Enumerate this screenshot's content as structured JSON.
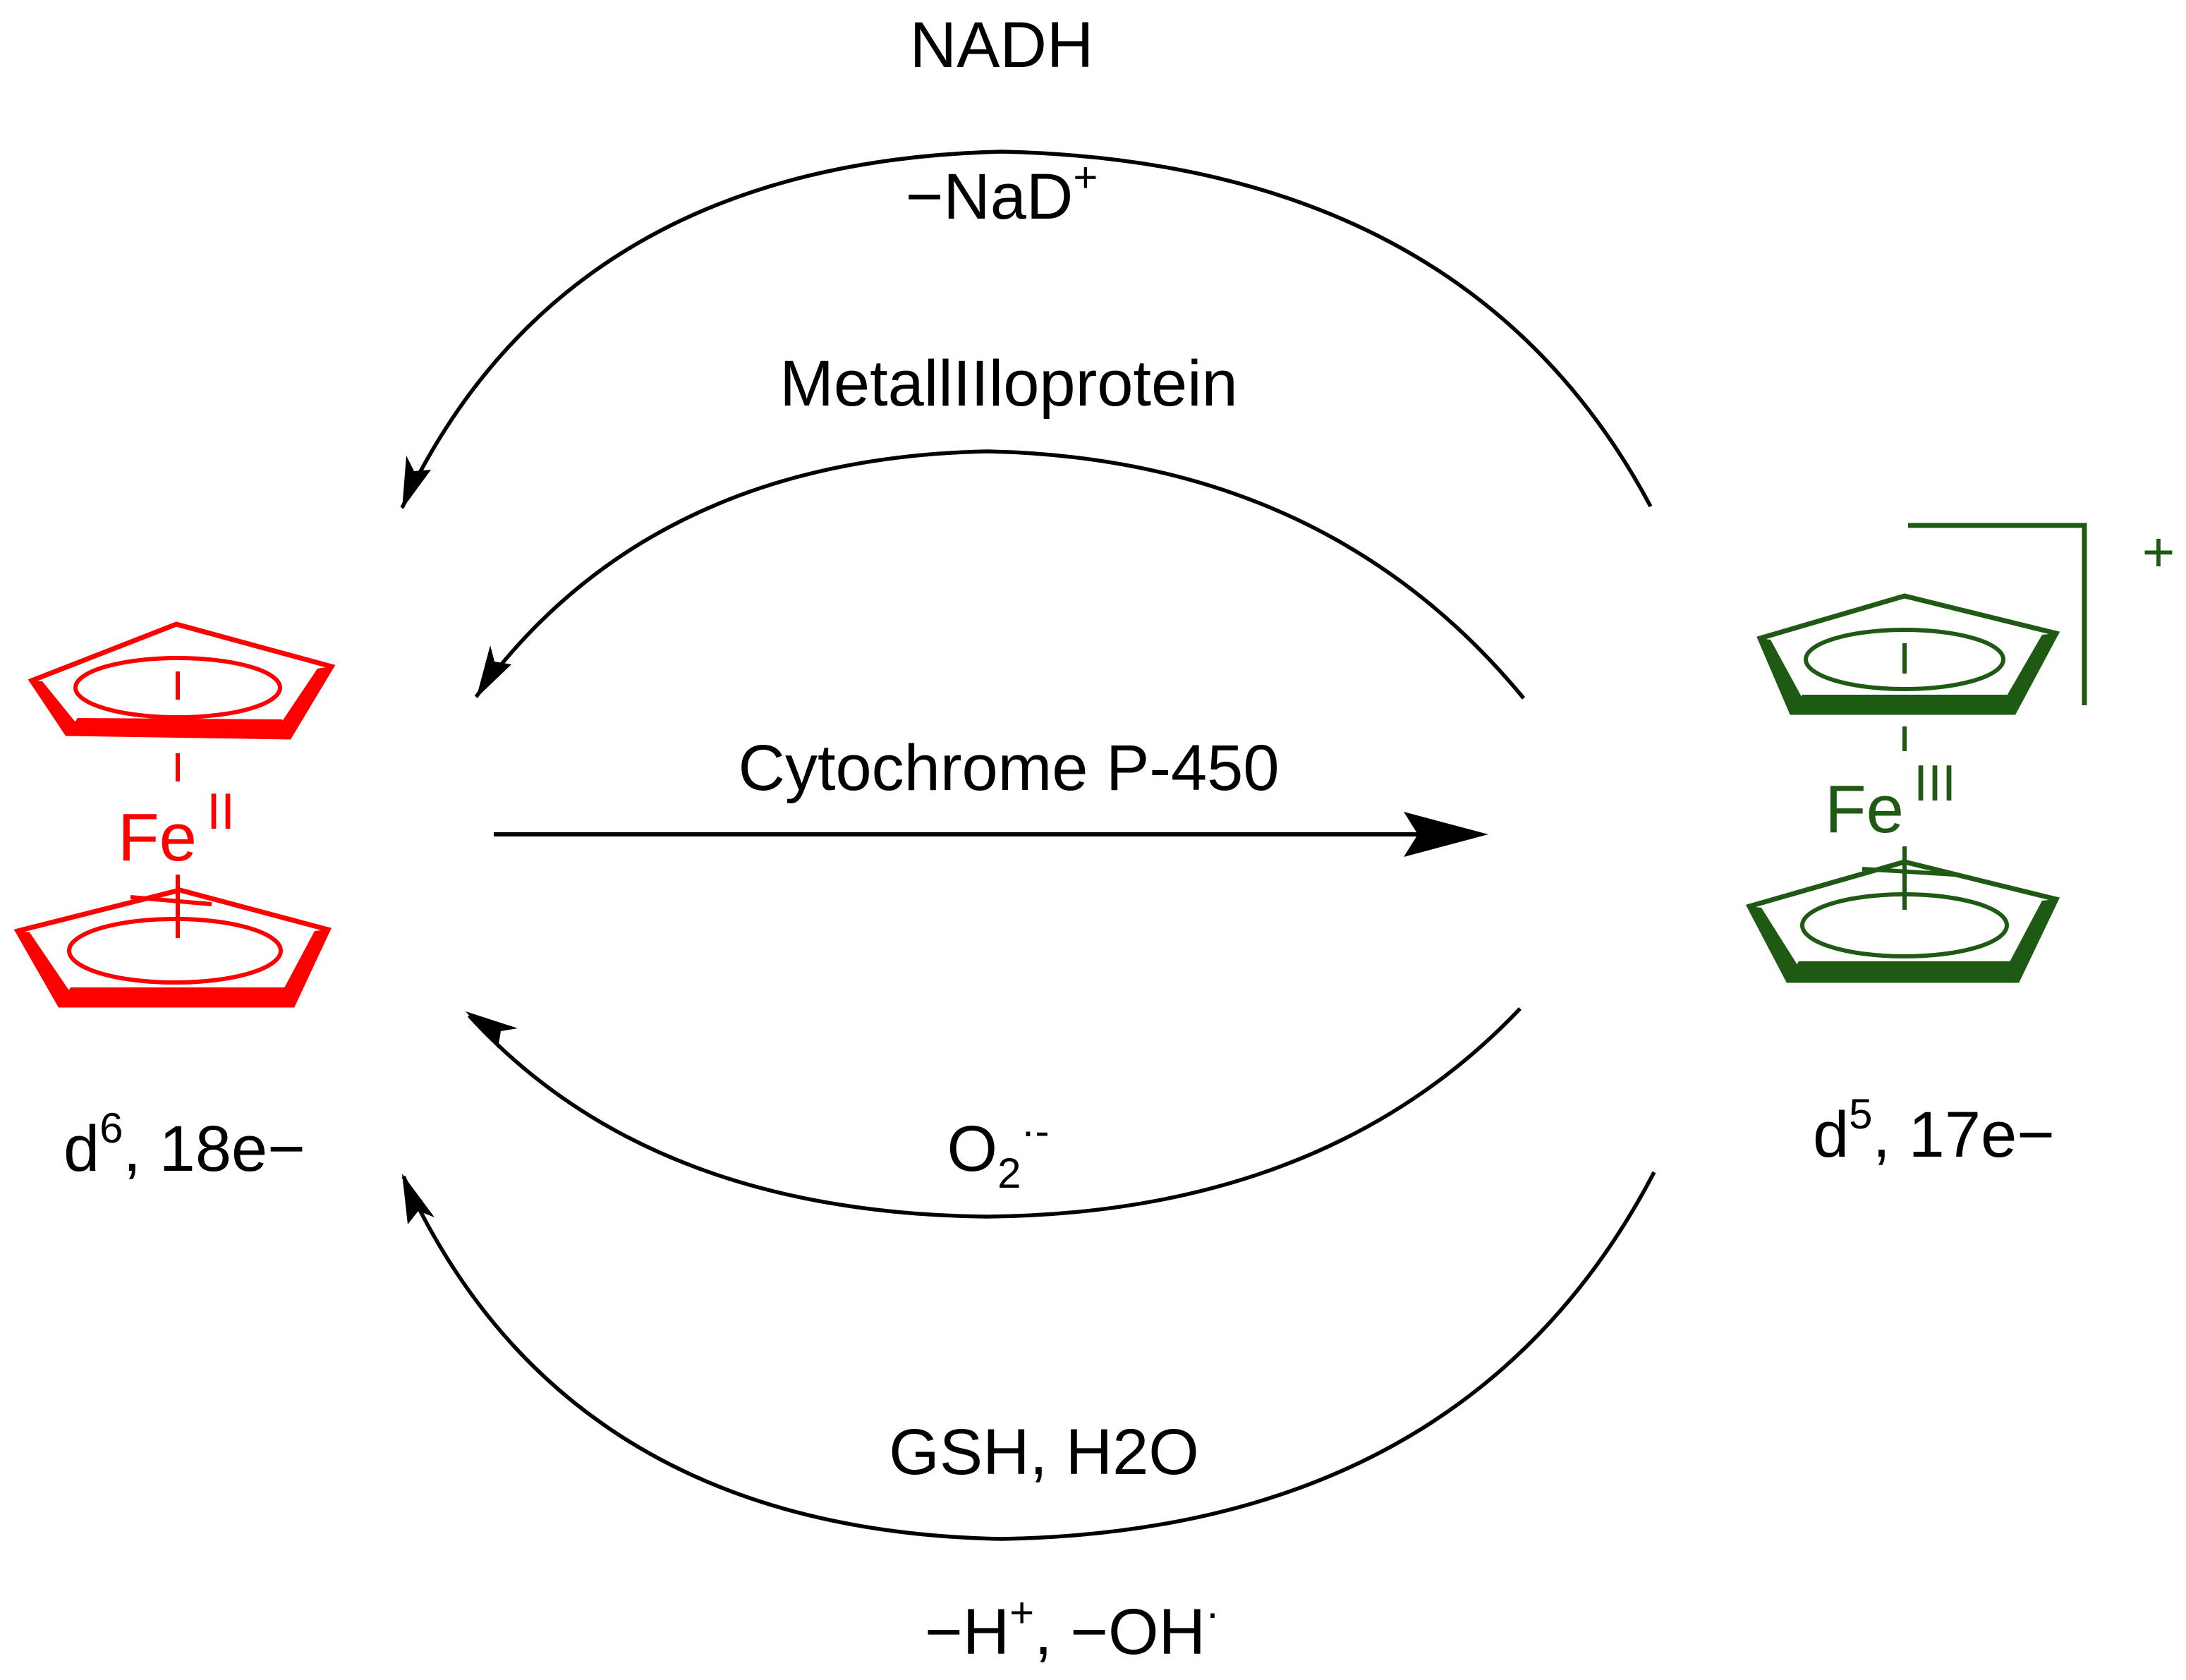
{
  "colors": {
    "ferrocene": "#ff0000",
    "ferrocenium": "#1e5a14",
    "arrows": "#000000"
  },
  "reagents": {
    "top_outer_above": "NADH",
    "top_outer_below": "−NaD",
    "top_outer_below_sup": "+",
    "top_inner": "MetallIIloprotein",
    "middle": "Cytochrome P-450",
    "bottom_inner_main": "O",
    "bottom_inner_sub": "2",
    "bottom_inner_sup": "·-",
    "bottom_outer_above": "GSH, H2O",
    "bottom_outer_below_a": "−H",
    "bottom_outer_below_a_sup": "+",
    "bottom_outer_below_b": ", −OH",
    "bottom_outer_below_b_sup": "·"
  },
  "ferrocene": {
    "metal": "Fe",
    "oxidation_state": "II",
    "d_label": "d",
    "d_count": "6",
    "electron_count": ", 18e−"
  },
  "ferrocenium": {
    "metal": "Fe",
    "oxidation_state": "III",
    "charge": "+",
    "d_label": "d",
    "d_count": "5",
    "electron_count": ", 17e−"
  }
}
